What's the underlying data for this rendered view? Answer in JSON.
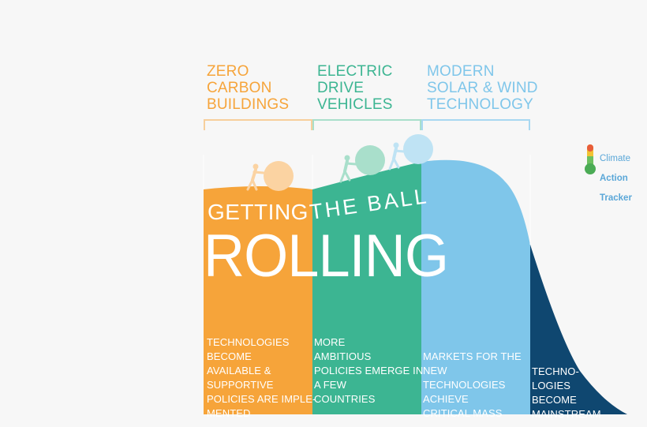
{
  "categories": [
    {
      "label": "ZERO\nCARBON\nBUILDINGS",
      "color": "#f6a43a"
    },
    {
      "label": "ELECTRIC\nDRIVE\nVEHICLES",
      "color": "#3cb592"
    },
    {
      "label": "MODERN\nSOLAR & WIND\nTECHNOLOGY",
      "color": "#7fc6ea"
    }
  ],
  "headline": {
    "line1_a": "GETTING",
    "line1_b": "THE BALL",
    "line2": "ROLLING"
  },
  "stages": [
    {
      "text": "TECHNOLOGIES\nBECOME\nAVAILABLE &\nSUPPORTIVE\nPOLICIES ARE IMPLE-\nMENTED",
      "color": "#f6a43a"
    },
    {
      "text": "MORE\nAMBITIOUS\nPOLICIES EMERGE IN\nA FEW\nCOUNTRIES",
      "color": "#3cb592"
    },
    {
      "text": "MARKETS FOR THE\nNEW\nTECHNOLOGIES\nACHIEVE\nCRITICAL MASS",
      "color": "#7fc6ea"
    },
    {
      "text": "TECHNO-\nLOGIES\nBECOME\nMAINSTREAM",
      "color": "#0f4770"
    }
  ],
  "logo": {
    "line1": "Climate",
    "line2": "Action",
    "line3": "Tracker"
  },
  "colors": {
    "orange": "#f6a43a",
    "green": "#3cb592",
    "lightblue": "#7fc6ea",
    "navy": "#0f4770",
    "ball_orange": "#fbd3a2",
    "ball_green": "#a9dfcb",
    "ball_blue": "#bfe3f4"
  }
}
